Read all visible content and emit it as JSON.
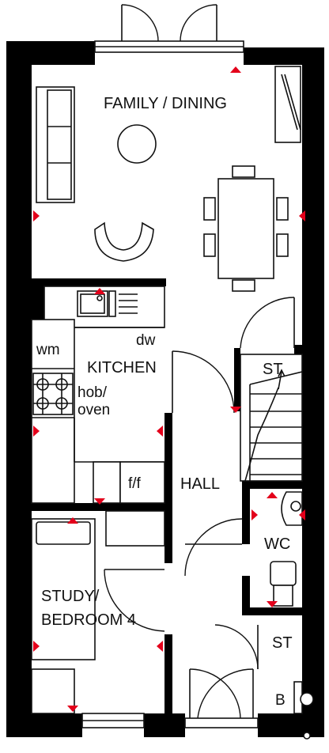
{
  "rooms": {
    "family_dining": "FAMILY / DINING",
    "kitchen": "KITCHEN",
    "hall": "HALL",
    "study_bedroom_line1": "STUDY/",
    "study_bedroom_line2": "BEDROOM 4",
    "wc": "WC",
    "st_upper": "ST",
    "st_lower": "ST"
  },
  "fixtures": {
    "dishwasher": "dw",
    "washing_machine": "wm",
    "hob_line1": "hob/",
    "hob_line2": "oven",
    "fridge_freezer": "f/f",
    "boiler": "B"
  },
  "colors": {
    "wall": "#000000",
    "marker": "#e3001b"
  }
}
